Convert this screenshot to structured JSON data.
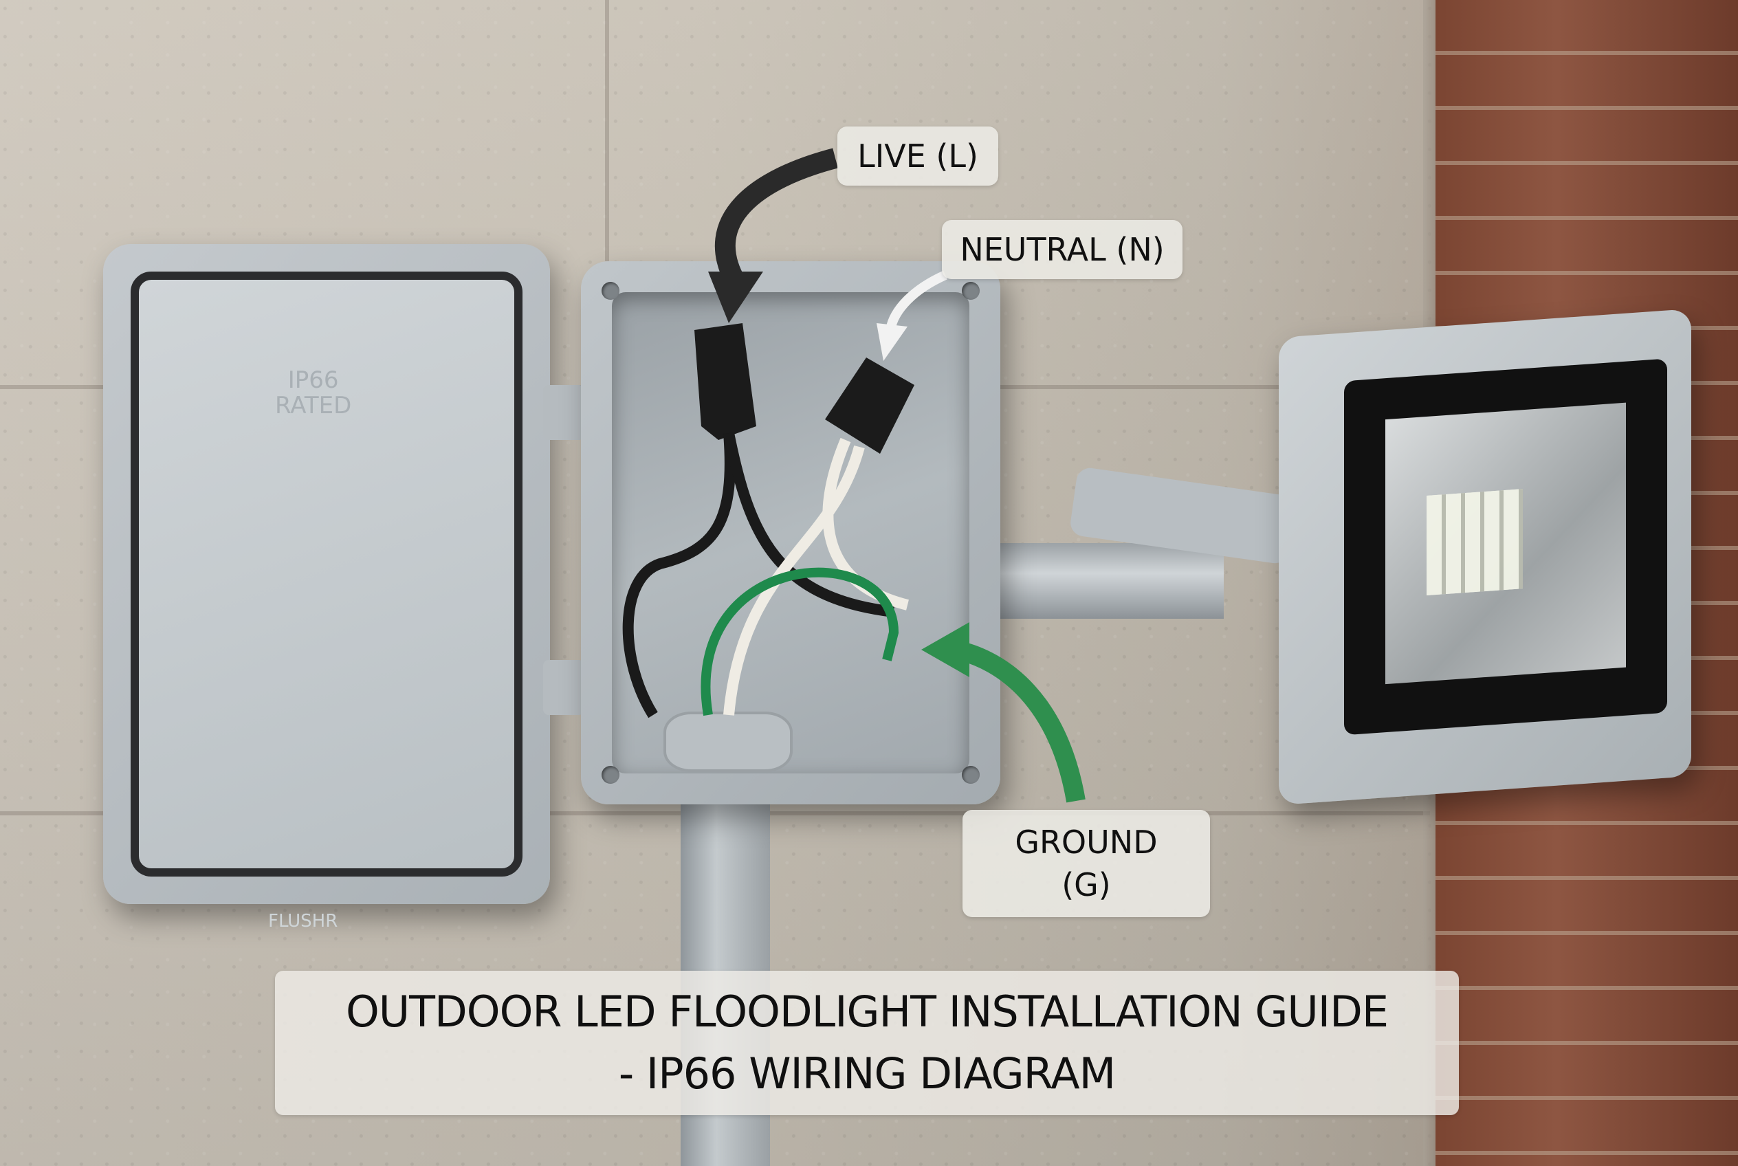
{
  "title": {
    "line1": "OUTDOOR LED FLOODLIGHT INSTALLATION GUIDE",
    "line2": "- IP66 WIRING DIAGRAM"
  },
  "callouts": {
    "live": {
      "label": "LIVE (L)",
      "arrow_color": "#2a2a2a"
    },
    "neutral": {
      "label": "NEUTRAL (N)",
      "arrow_color": "#f2f2f2"
    },
    "ground": {
      "line1": "GROUND",
      "line2": "(G)",
      "arrow_color": "#2f8f4e"
    }
  },
  "enclosure": {
    "lid_embossed_text": {
      "line1": "IP66",
      "line2": "RATED"
    },
    "lid_embossed_text_bottom": "FLUSHR"
  },
  "wires": {
    "live_color": "#1a1a1a",
    "neutral_color": "#efece4",
    "ground_color": "#1f8a4c"
  }
}
